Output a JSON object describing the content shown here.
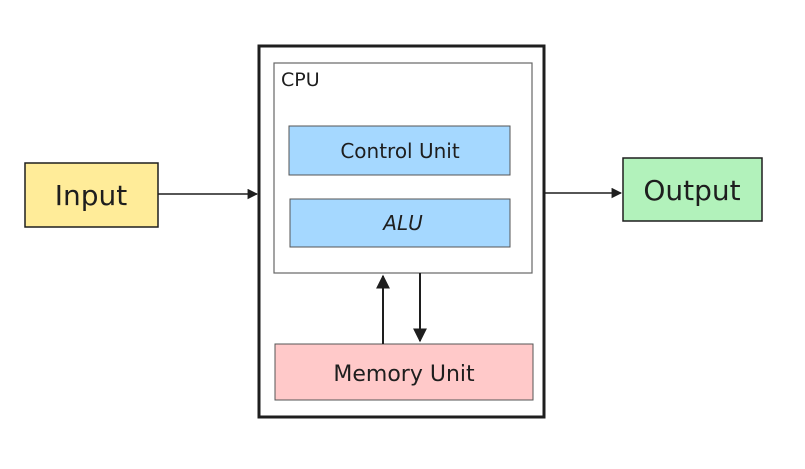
{
  "nodes": {
    "input": {
      "label": "Input",
      "fill": "#ffec99"
    },
    "output": {
      "label": "Output",
      "fill": "#b2f2bb"
    },
    "cpu": {
      "label": "CPU"
    },
    "control_unit": {
      "label": "Control Unit",
      "fill": "#a5d8ff"
    },
    "alu": {
      "label": "ALU",
      "fill": "#a5d8ff"
    },
    "memory_unit": {
      "label": "Memory Unit",
      "fill": "#ffc9c9"
    }
  },
  "edges": [
    {
      "from": "Input",
      "to": "CPU"
    },
    {
      "from": "CPU",
      "to": "Output"
    },
    {
      "from": "Memory Unit",
      "to": "CPU"
    },
    {
      "from": "CPU",
      "to": "Memory Unit"
    }
  ],
  "colors": {
    "stroke": "#1e1e1e",
    "inner_stroke": "#555555"
  }
}
